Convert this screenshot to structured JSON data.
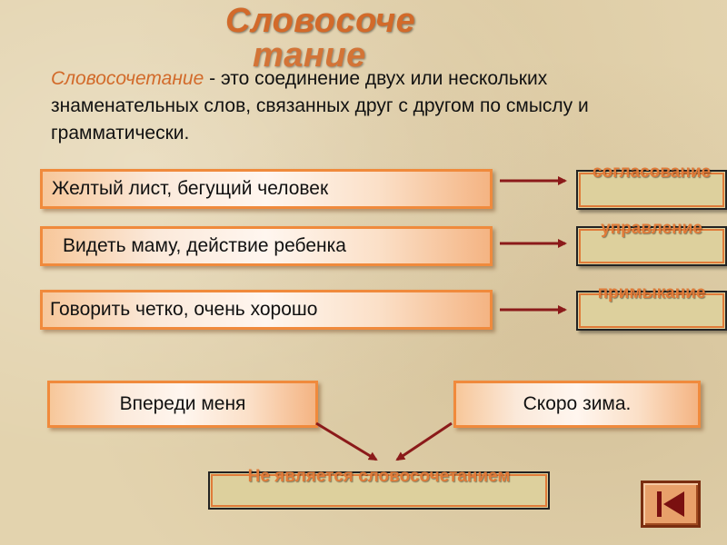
{
  "title": {
    "line1": "Словосоче",
    "line2": "тание"
  },
  "definition": {
    "term": "Словосочетание",
    "rest": " - это соединение двух или нескольких знаменательных слов, связанных друг с другом по смыслу и грамматически."
  },
  "examples": [
    {
      "text": "Желтый лист, бегущий человек",
      "type": "согласование"
    },
    {
      "text": "Видеть маму, действие ребенка",
      "type": "управление"
    },
    {
      "text": "Говорить четко, очень хорошо",
      "type": "примыкание"
    }
  ],
  "non_phrases": [
    {
      "text": "Впереди меня"
    },
    {
      "text": "Скоро зима."
    }
  ],
  "conclusion": "Не является словосочетанием",
  "nav": {
    "icon": "skip-to-start-icon"
  },
  "colors": {
    "accent": "#d26a2a",
    "arrow": "#8b1a1a",
    "background": "#e3d3ae"
  }
}
